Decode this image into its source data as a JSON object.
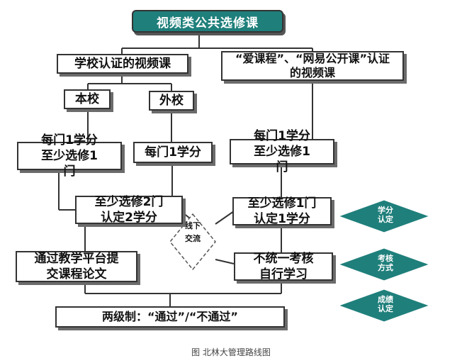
{
  "title": "视频类公共选修课",
  "left_branch": {
    "label": "学校认证的视频课",
    "home": "本校",
    "other": "外校"
  },
  "right_branch": {
    "label": "“爱课程”、“网易公开课”认证的视频课"
  },
  "boxes": {
    "home_credit": "每门1学分至少选修1门",
    "other_credit": "每门1学分",
    "right_credit": "每门1学分至少选修1门",
    "left_min": "至少选修2门认定2学分",
    "right_min": "至少选修1门认定1学分",
    "offline": "线下交流",
    "submit_paper": "通过教学平台提交课程论文",
    "self_study": "不统一考核自行学习",
    "grading": "两级制：“通过”/“不通过”"
  },
  "side_labels": {
    "credit": "学分认定",
    "exam": "考核方式",
    "grade": "成绩认定"
  },
  "caption": "图 北林大管理路线图",
  "colors": {
    "accent": "#1f7f7b",
    "border": "#333333",
    "shadow": "#6b6b6b"
  }
}
